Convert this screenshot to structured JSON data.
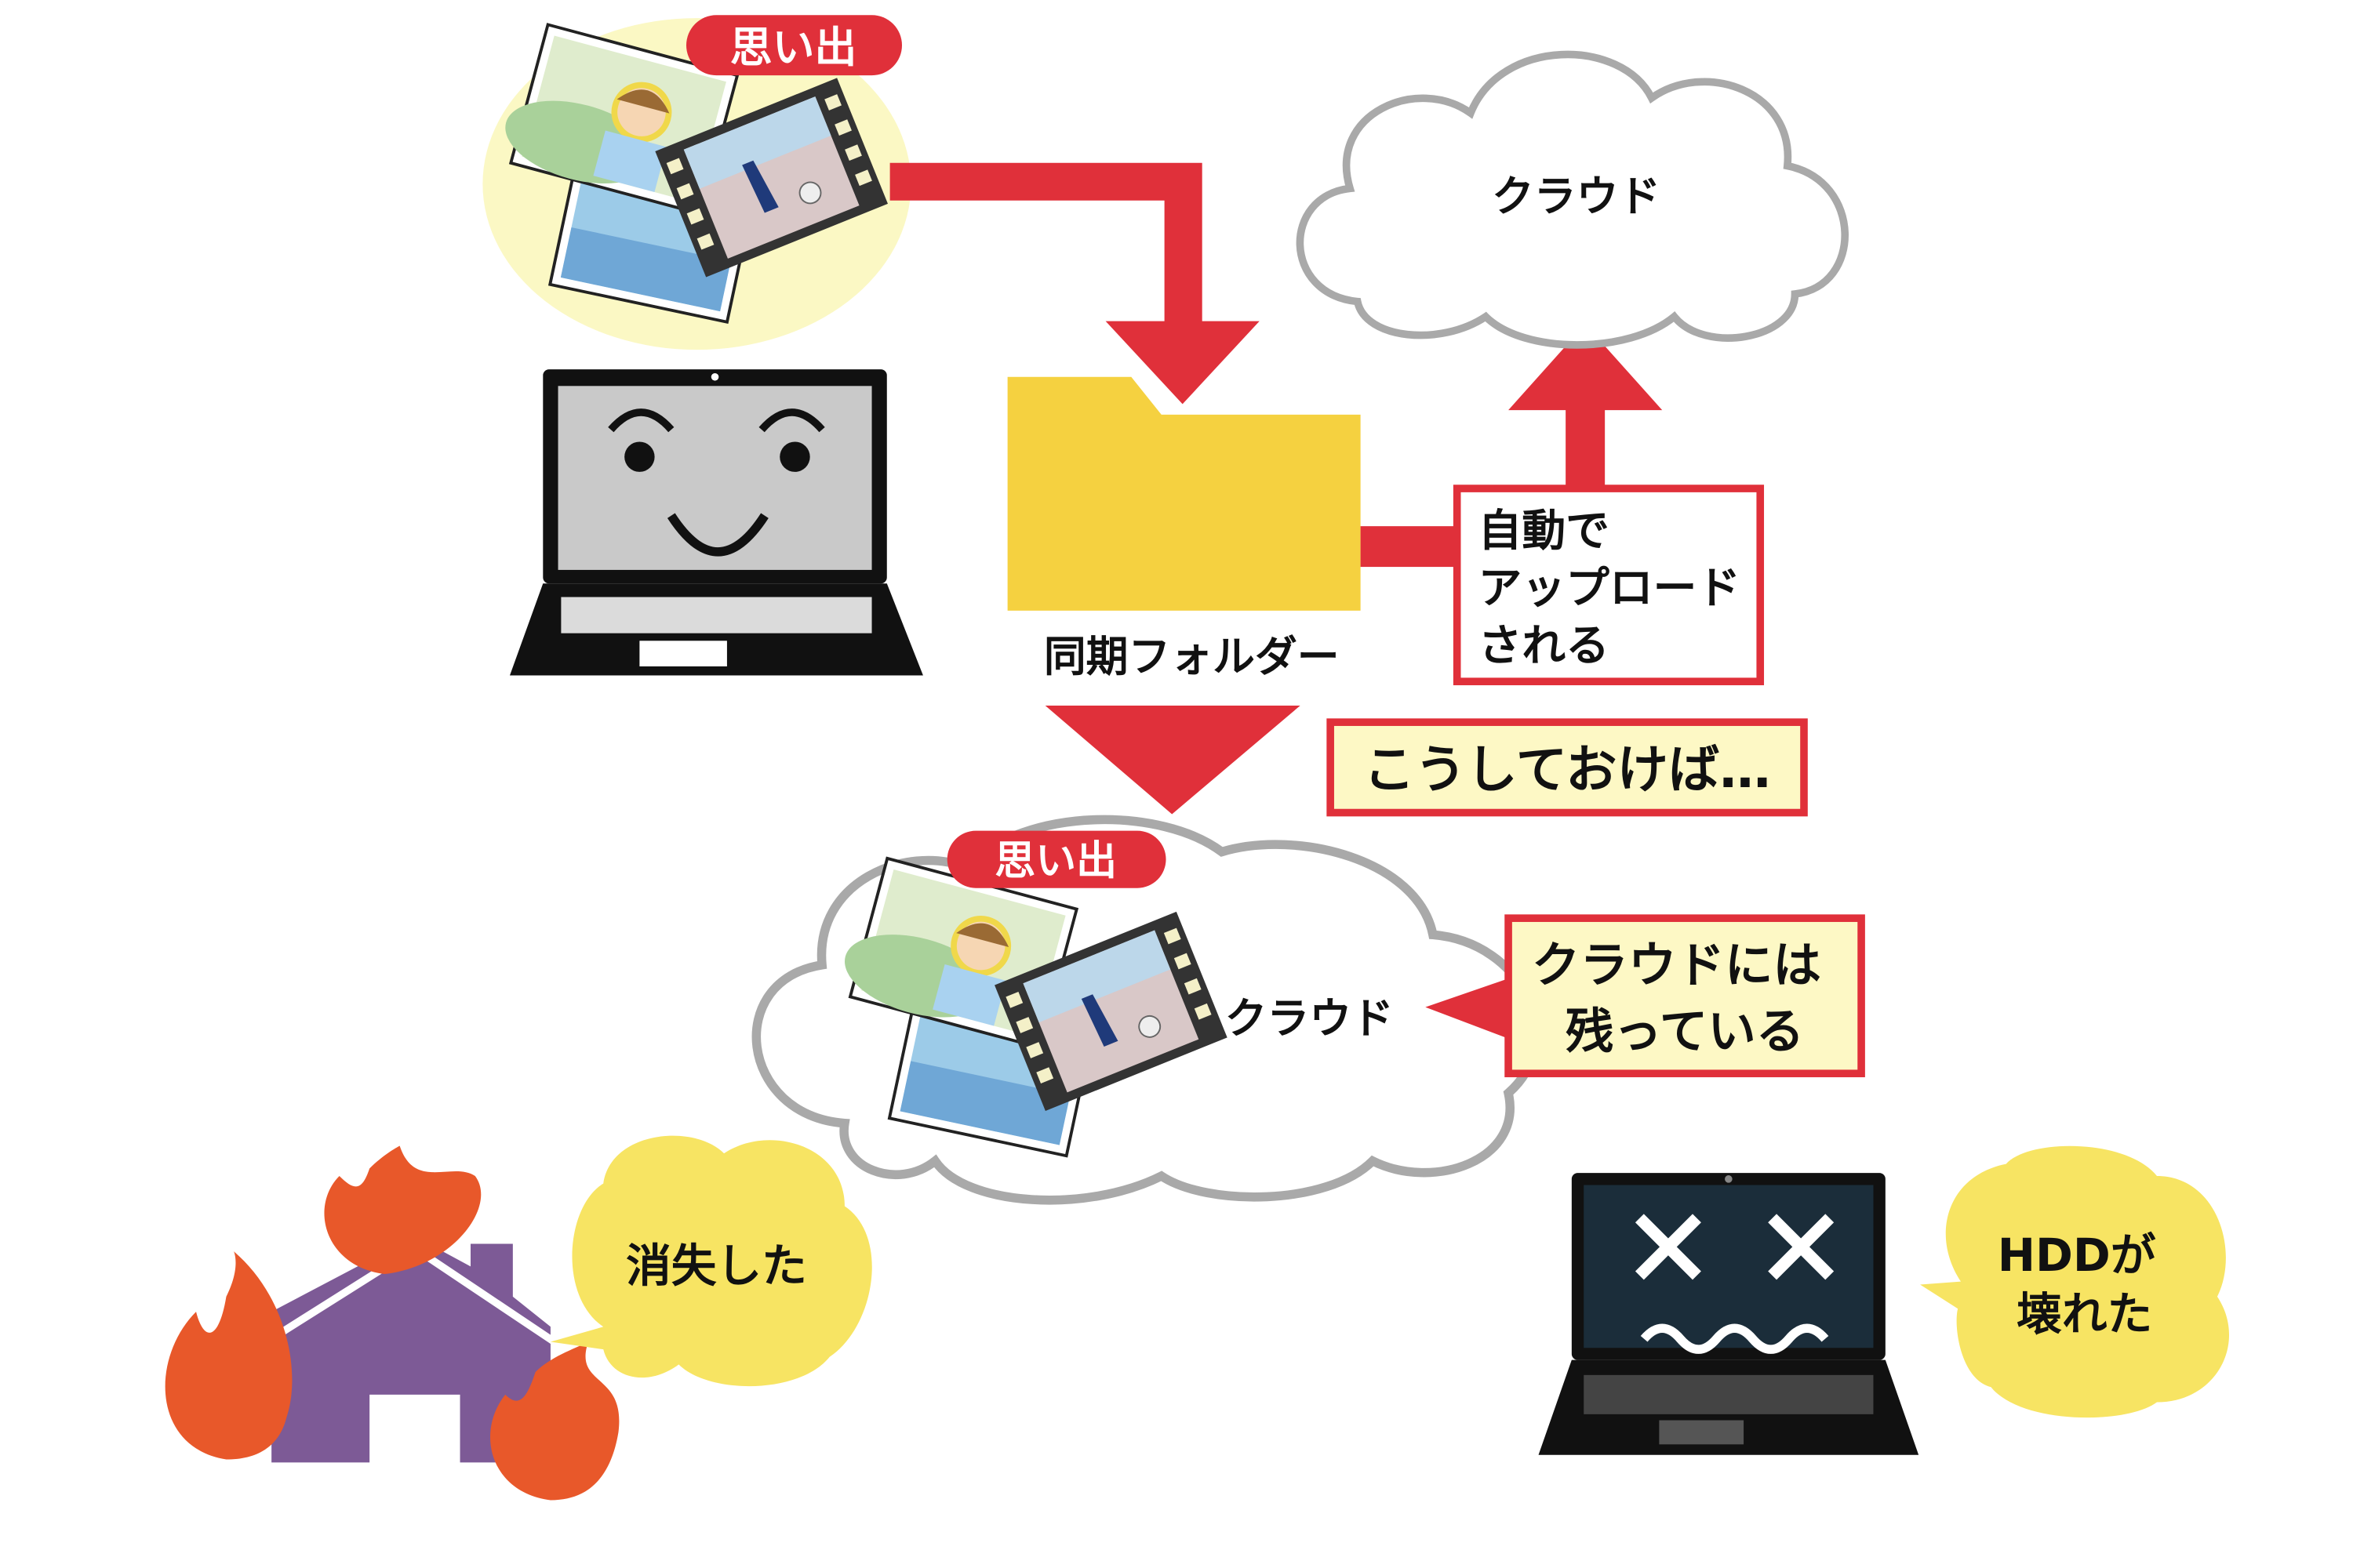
{
  "colors": {
    "accent_red": "#e0303a",
    "folder_yellow": "#f5d140",
    "highlight_yellow": "#fdf8c5",
    "bubble_yellow": "#f7e463",
    "cloud_outline": "#a9a9a9",
    "house_purple": "#7d5a96",
    "fire_orange": "#e8582a"
  },
  "top": {
    "memories_badge": "思い出",
    "cloud_label": "クラウド",
    "folder_label": "同期フォルダー",
    "auto_upload_lines": [
      "自動で",
      "アップロード",
      "される"
    ]
  },
  "middle": {
    "if_you_do_this": "こうしておけば…"
  },
  "bottom": {
    "memories_badge": "思い出",
    "cloud_label": "クラウド",
    "remains_lines": [
      "クラウドには",
      "残っている"
    ],
    "fire_bubble": "消失した",
    "hdd_bubble_lines": [
      "HDDが",
      "壊れた"
    ]
  }
}
